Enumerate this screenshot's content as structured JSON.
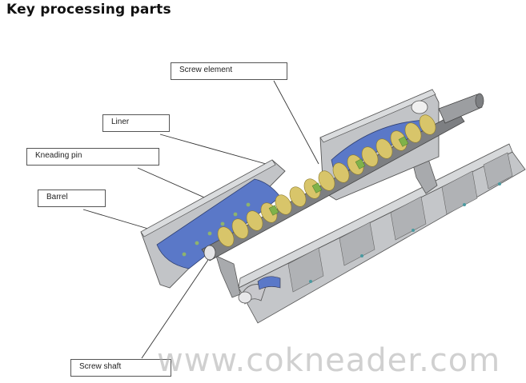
{
  "title": "Key processing parts",
  "labels": {
    "screw_element": "Screw element",
    "liner": "Liner",
    "kneading_pin": "Kneading pin",
    "barrel": "Barrel",
    "screw_shaft": "Screw shaft"
  },
  "watermark": "www.cokneader.com",
  "colors": {
    "barrel_gray": "#b8babd",
    "liner_blue": "#5a78c8",
    "screw_gold": "#d8c56a",
    "screw_green": "#7fb24a"
  }
}
